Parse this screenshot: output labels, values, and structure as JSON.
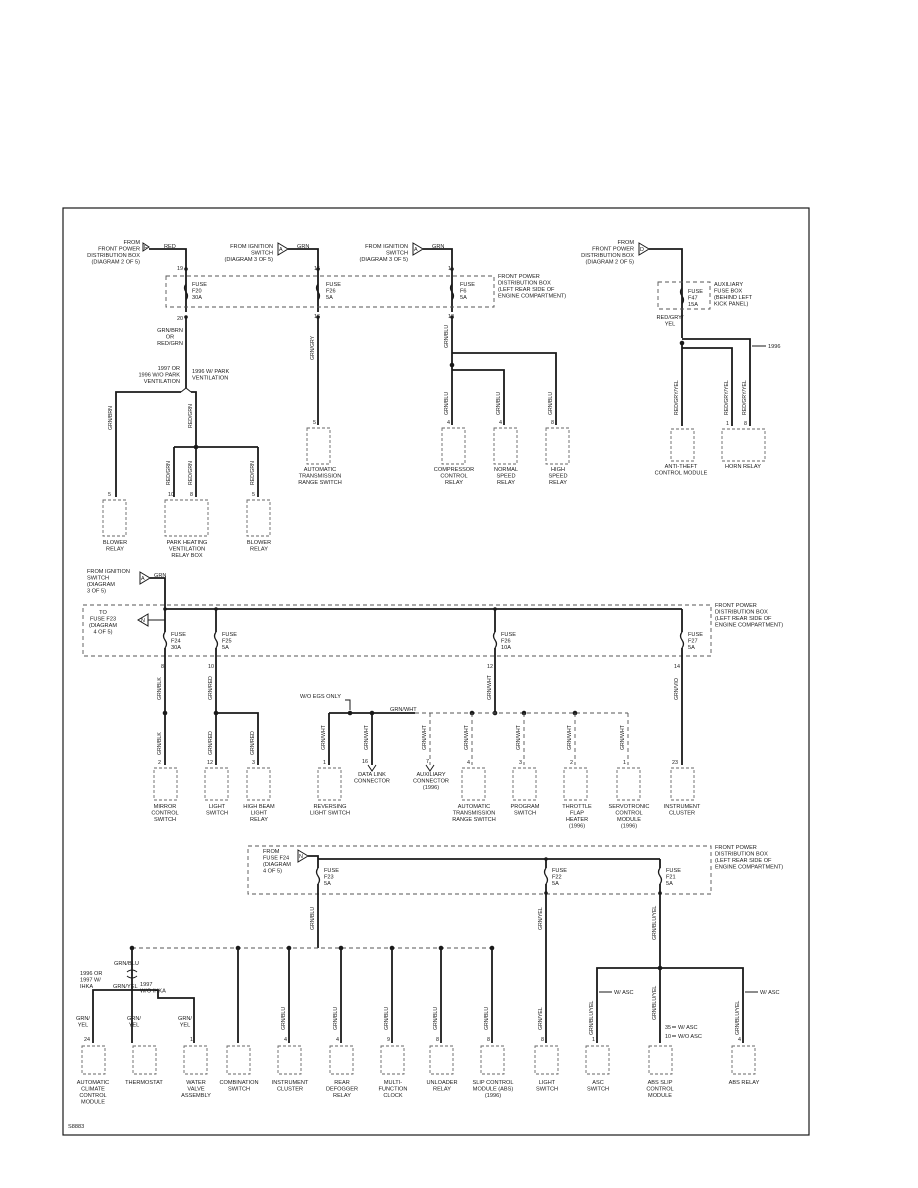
{
  "diagram_id": "S8883",
  "panel1": {
    "src_front_left": "FROM\nFRONT POWER\nDISTRIBUTION BOX\n(DIAGRAM 2 OF 5)",
    "src_front_left_tag": "F",
    "src_front_left_wire": "RED",
    "src_ign_1": "FROM IGNITION\nSWITCH\n(DIAGRAM 3 OF 5)",
    "src_ign_1_tag": "A",
    "src_ign_1_wire": "GRN",
    "src_ign_2": "FROM IGNITION\nSWITCH\n(DIAGRAM 3 OF 5)",
    "src_ign_2_tag": "A",
    "src_ign_2_wire": "GRN",
    "src_front_right": "FROM\nFRONT POWER\nDISTRIBUTION BOX\n(DIAGRAM 2 OF 5)",
    "src_front_right_tag": "D",
    "fpdb_label": "FRONT POWER\nDISTRIBUTION BOX\n(LEFT REAR SIDE OF\nENGINE COMPARTMENT)",
    "fuse_f20": "FUSE\nF20\n30A",
    "fuse_f20_in": "19",
    "fuse_f20_out": "20",
    "fuse_f26": "FUSE\nF26\n5A",
    "fuse_f26_in": "15",
    "fuse_f26_out": "16",
    "fuse_f6": "FUSE\nF6\n5A",
    "fuse_f6_in": "11",
    "fuse_f6_out": "12",
    "wire_f20_out": "GRN/BRN\nOR\nRED/GRN",
    "branch_1997": "1997 OR\n1996 W/O PARK\nVENTILATION",
    "branch_1996": "1996 W/ PARK\nVENTILATION",
    "wire_grnbrn": "GRN/BRN",
    "wire_redgrn": "RED/GRN",
    "wire_redgrn_a": "RED/GRN",
    "wire_redgrn_b": "RED/GRN",
    "wire_redgrn_c": "RED/GRN",
    "blower_relay_1_pin": "5",
    "blower_relay_1": "BLOWER\nRELAY",
    "park_heating_pin_a": "10",
    "park_heating_pin_b": "8",
    "park_heating": "PARK HEATING\nVENTILATION\nRELAY BOX",
    "blower_relay_2_pin": "5",
    "blower_relay_2": "BLOWER\nRELAY",
    "wire_grnvio": "GRN/GRY",
    "auto_trans_pin": "5",
    "auto_trans": "AUTOMATIC\nTRANSMISSION\nRANGE SWITCH",
    "wire_grnblu_main": "GRN/BLU",
    "wire_grnblu_1": "GRN/BLU",
    "wire_grnblu_2": "GRN/BLU",
    "wire_grnblu_3": "GRN/BLU",
    "comp_relay_pin": "4",
    "comp_relay": "COMPRESSOR\nCONTROL\nRELAY",
    "normal_speed_pin": "4",
    "normal_speed": "NORMAL\nSPEED\nRELAY",
    "high_speed_pin": "8",
    "high_speed": "HIGH\nSPEED\nRELAY",
    "aux_fuse_box": "AUXILIARY\nFUSE BOX\n(BEHIND LEFT\nKICK PANEL)",
    "fuse_f47": "FUSE\nF47\n15A",
    "wire_redgryyel": "RED/GRY/\nYEL",
    "year_1996": "1996",
    "wire_redgryyel_1": "RED/GRY/YEL",
    "wire_redgryyel_2": "RED/GRY/YEL",
    "wire_redgryyel_3": "RED/GRY/YEL",
    "anti_theft": "ANTI-THEFT\nCONTROL MODULE",
    "horn_relay_pin_a": "1",
    "horn_relay_pin_b": "8",
    "horn_relay": "HORN RELAY"
  },
  "panel2": {
    "src_ign": "FROM IGNITION\nSWITCH\n(DIAGRAM\n3 OF 5)",
    "src_ign_tag": "A",
    "src_ign_wire": "GRN",
    "to_fuse_f23": "TO\nFUSE F23\n(DIAGRAM\n4 OF 5)",
    "to_fuse_f23_tag": "N",
    "fpdb_label": "FRONT POWER\nDISTRIBUTION BOX\n(LEFT REAR SIDE OF\nENGINE COMPARTMENT)",
    "fuse_f24": "FUSE\nF24\n30A",
    "fuse_f24_out": "8",
    "fuse_f25": "FUSE\nF25\n5A",
    "fuse_f25_out": "10",
    "fuse_f26": "FUSE\nF26\n10A",
    "fuse_f26_out": "12",
    "fuse_f27": "FUSE\nF27\n5A",
    "fuse_f27_out": "14",
    "wire_grnblk_top": "GRN/BLK",
    "wire_grnred_top": "GRN/RED",
    "wire_grnwht_top": "GRN/WHT",
    "wire_grnvio_top": "GRN/VIO",
    "wire_grnblk": "GRN/BLK",
    "wire_grnred_1": "GRN/RED",
    "wire_grnred_2": "GRN/RED",
    "mirror_pin": "2",
    "mirror": "MIRROR\nCONTROL\nSWITCH",
    "light_switch_pin": "12",
    "light_switch": "LIGHT\nSWITCH",
    "high_beam_pin": "3",
    "high_beam": "HIGH BEAM\nLIGHT\nRELAY",
    "wo_egs_only": "W/O EGS ONLY",
    "wire_grnwht_bus": "GRN/WHT",
    "wire_grnwht_1": "GRN/WHT",
    "wire_grnwht_2": "GRN/WHT",
    "wire_grnwht_3": "GRN/WHT",
    "wire_grnwht_4": "GRN/WHT",
    "wire_grnwht_5": "GRN/WHT",
    "wire_grnwht_6": "GRN/WHT",
    "wire_grnwht_7": "GRN/WHT",
    "wire_grnwht_8": "GRN/WHT",
    "reversing_pin": "1",
    "reversing": "REVERSING\nLIGHT SWITCH",
    "data_link_pin": "16",
    "data_link": "DATA LINK\nCONNECTOR",
    "aux_conn_pin": "7",
    "aux_conn": "AUXILIARY\nCONNECTOR\n(1996)",
    "auto_trans_pin": "4",
    "auto_trans": "AUTOMATIC\nTRANSMISSION\nRANGE SWITCH",
    "program_pin": "3",
    "program": "PROGRAM\nSWITCH",
    "throttle_pin": "2",
    "throttle": "THROTTLE\nFLAP\nHEATER\n(1996)",
    "servotronic_pin": "1",
    "servotronic": "SERVOTRONIC\nCONTROL\nMODULE\n(1996)",
    "wire_grnvio": "GRN/VIO",
    "instrument_pin": "23",
    "instrument": "INSTRUMENT\nCLUSTER"
  },
  "panel3": {
    "src_fuse_f24": "FROM\nFUSE F24\n(DIAGRAM\n4 OF 5)",
    "src_fuse_f24_tag": "N",
    "fpdb_label": "FRONT POWER\nDISTRIBUTION BOX\n(LEFT REAR SIDE OF\nENGINE COMPARTMENT)",
    "fuse_f23": "FUSE\nF23\n5A",
    "fuse_f22": "FUSE\nF22\n5A",
    "fuse_f21": "FUSE\nF21\n5A",
    "wire_grnblu_top": "GRN/BLU",
    "wire_grnyel_top": "GRN/YEL",
    "wire_grnblulyel_top": "GRN/BLU/YEL",
    "wire_grnblu_left": "GRN/BLU",
    "year_1996_1997": "1996 OR\n1997 W/\nIHKA",
    "wire_grnyel_a": "GRN/YEL",
    "year_1997": "1997\nW/O IHKA",
    "wire_grnyel_1": "GRN/\nYEL",
    "wire_grnyel_2": "GRN/\nYEL",
    "wire_grnyel_3": "GRN/\nYEL",
    "climate_pin": "24",
    "climate": "AUTOMATIC\nCLIMATE\nCONTROL\nMODULE",
    "thermostat": "THERMOSTAT",
    "water_valve_pin": "1",
    "water_valve": "WATER\nVALVE\nASSEMBLY",
    "combination": "COMBINATION\nSWITCH",
    "wire_grnblu_a": "GRN/BLU",
    "instrument_pin": "4",
    "instrument": "INSTRUMENT\nCLUSTER",
    "wire_grnblu_b": "GRN/BLU",
    "rear_defogger_pin": "4",
    "rear_defogger": "REAR\nDEFOGGER\nRELAY",
    "wire_grnblu_c": "GRN/BLU",
    "multi_func_pin": "9",
    "multi_func": "MULTI-\nFUNCTION\nCLOCK",
    "wire_grnblu_d": "GRN/BLU",
    "unloader_pin": "8",
    "unloader": "UNLOADER\nRELAY",
    "wire_grnblu_e": "GRN/BLU",
    "slip_control_pin": "8",
    "slip_control": "SLIP CONTROL\nMODULE (ABS)\n(1996)",
    "wire_grnyel_f22": "GRN/YEL",
    "light_switch_pin": "8",
    "light_switch": "LIGHT\nSWITCH",
    "w_asc_1": "W/ ASC",
    "w_asc_2": "W/ ASC",
    "wire_grnblulyel_1": "GRN/BLU/YEL",
    "wire_grnblulyel_2": "GRN/BLU/YEL",
    "wire_grnblulyel_3": "GRN/BLU/YEL",
    "asc_switch_pin": "1",
    "asc_switch": "ASC\nSWITCH",
    "abs_slip_pin_a": "35",
    "abs_slip_pin_a_note": "W/ ASC",
    "abs_slip_pin_b": "10",
    "abs_slip_pin_b_note": "W/O ASC",
    "abs_slip": "ABS SLIP\nCONTROL\nMODULE",
    "abs_relay_pin": "4",
    "abs_relay": "ABS RELAY"
  }
}
